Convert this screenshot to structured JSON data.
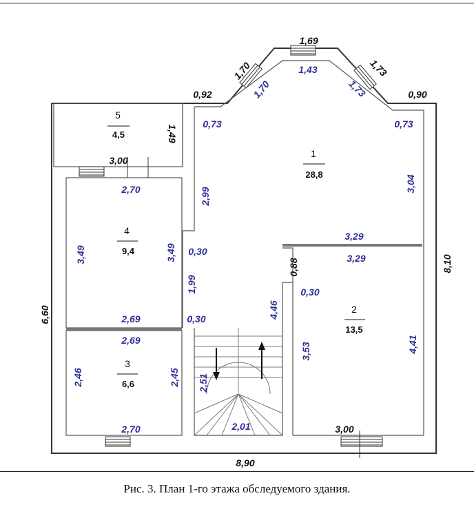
{
  "rooms": [
    {
      "number": "1",
      "area": "28,8"
    },
    {
      "number": "2",
      "area": "13,5"
    },
    {
      "number": "3",
      "area": "6,6"
    },
    {
      "number": "4",
      "area": "9,4"
    },
    {
      "number": "5",
      "area": "4,5"
    }
  ],
  "dimensions": {
    "d_1_69": "1,69",
    "d_1_43": "1,43",
    "d_1_70_outer": "1,70",
    "d_1_70_inner": "1,70",
    "d_1_73_outer": "1,73",
    "d_1_73_inner": "1,73",
    "d_0_92": "0,92",
    "d_0_90": "0,90",
    "d_0_73_left": "0,73",
    "d_0_73_right": "0,73",
    "d_1_49": "1,49",
    "d_3_00_top": "3,00",
    "d_2_70_top": "2,70",
    "d_2_99": "2,99",
    "d_3_04": "3,04",
    "d_3_29_upper": "3,29",
    "d_3_29_lower": "3,29",
    "d_3_49_left": "3,49",
    "d_3_49_right": "3,49",
    "d_0_30_a": "0,30",
    "d_0_88": "0,88",
    "d_1_99": "1,99",
    "d_0_30_b": "0,30",
    "d_8_10": "8,10",
    "d_6_60": "6,60",
    "d_2_69_upper": "2,69",
    "d_2_69_lower": "2,69",
    "d_0_30_c": "0,30",
    "d_4_46": "4,46",
    "d_2_46": "2,46",
    "d_2_45": "2,45",
    "d_2_51": "2,51",
    "d_3_53": "3,53",
    "d_4_41": "4,41",
    "d_2_70_bottom": "2,70",
    "d_2_01": "2,01",
    "d_3_00_bottom": "3,00",
    "d_8_90": "8,90"
  },
  "caption": "Рис. 3. План 1-го этажа обследуемого здания."
}
